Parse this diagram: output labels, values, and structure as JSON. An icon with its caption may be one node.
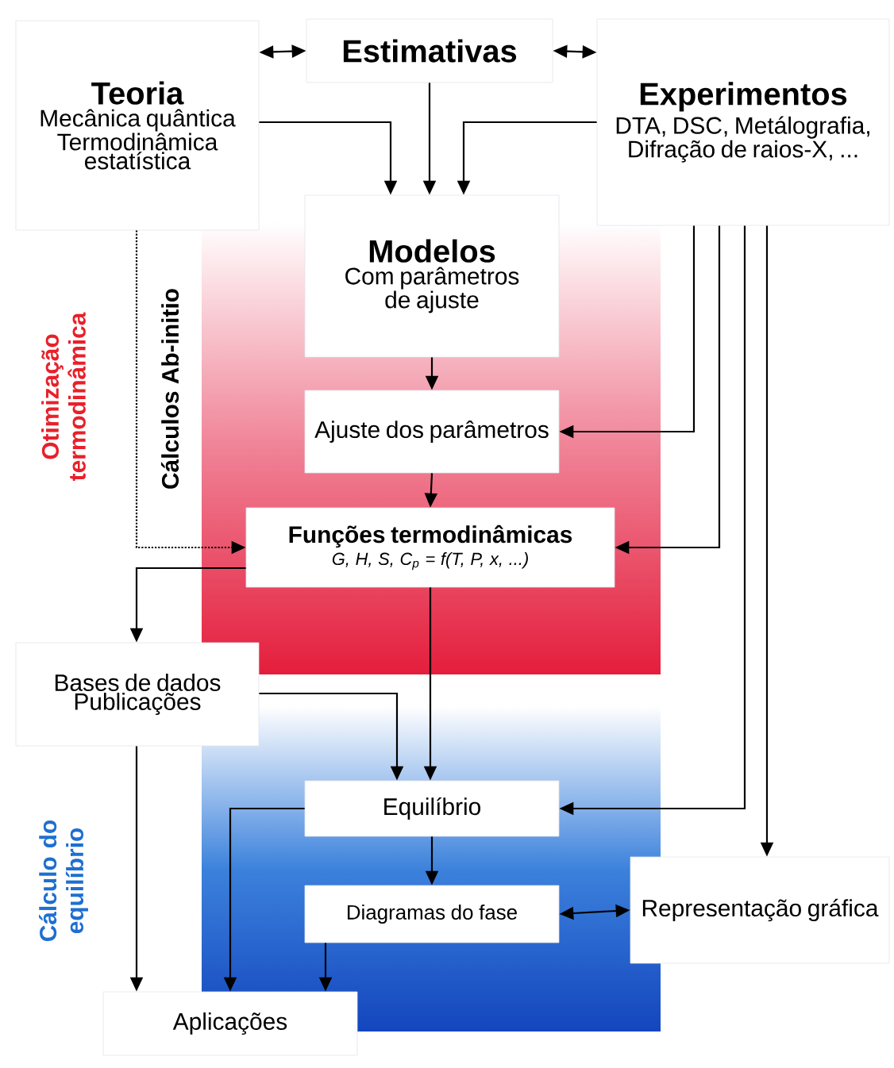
{
  "diagram": {
    "nodes": [
      {
        "text": [
          "Teoria",
          "Mecânica quântica Termodinâmica estatística"
        ]
      },
      {
        "text": [
          "Estimativas"
        ]
      },
      {
        "text": [
          "Experimentos",
          "DTA, DSC, Metálografia, Difração de raios-X, ..."
        ]
      },
      {
        "text": [
          "Modelos",
          "Com parâmetros de ajuste"
        ]
      },
      {
        "text": [
          "Ajuste dos parâmetros"
        ]
      },
      {
        "text": [
          "Funções termodinâmicas",
          "G, H, S, C$_{p}$ = f(T, P, x, ...)"
        ]
      },
      {
        "text": [
          "Bases de dados Publicações"
        ]
      },
      {
        "text": [
          "Equilíbrio"
        ]
      },
      {
        "text": [
          "Diagramas do fase"
        ]
      },
      {
        "text": [
          "Representação gráfica"
        ]
      },
      {
        "text": [
          "Aplicações"
        ]
      }
    ],
    "edges": [
      {
        "from": 0,
        "to": 1,
        "arrow": "both"
      },
      {
        "from": 1,
        "to": 2,
        "arrow": "both"
      },
      {
        "from": 0,
        "to": 3,
        "arrow": "to"
      },
      {
        "from": 1,
        "to": 3,
        "arrow": "to"
      },
      {
        "from": 2,
        "to": 3,
        "arrow": "to"
      },
      {
        "from": 3,
        "to": 4,
        "arrow": "to"
      },
      {
        "from": 2,
        "to": 4,
        "arrow": "to"
      },
      {
        "from": 2,
        "to": 5,
        "arrow": "to"
      },
      {
        "from": 2,
        "to": 7,
        "arrow": "to"
      },
      {
        "from": 2,
        "to": 9,
        "arrow": "to"
      },
      {
        "from": 0,
        "to": 5,
        "arrow": "to",
        "style": "dashed",
        "label": "Cálculos Ab-initio"
      },
      {
        "from": 4,
        "to": 5,
        "arrow": "to"
      },
      {
        "from": 5,
        "to": 6,
        "arrow": "to"
      },
      {
        "from": 5,
        "to": 7,
        "arrow": "to"
      },
      {
        "from": 6,
        "to": 7,
        "arrow": "to"
      },
      {
        "from": 6,
        "to": 10,
        "arrow": "to"
      },
      {
        "from": 7,
        "to": 10,
        "arrow": "to"
      },
      {
        "from": 7,
        "to": 8,
        "arrow": "to"
      },
      {
        "from": 8,
        "to": 9,
        "arrow": "both"
      },
      {
        "from": 8,
        "to": 10,
        "arrow": "to"
      }
    ],
    "labels": [
      "Otimização termodinâmica",
      "Cálculo do equilíbrio"
    ]
  }
}
